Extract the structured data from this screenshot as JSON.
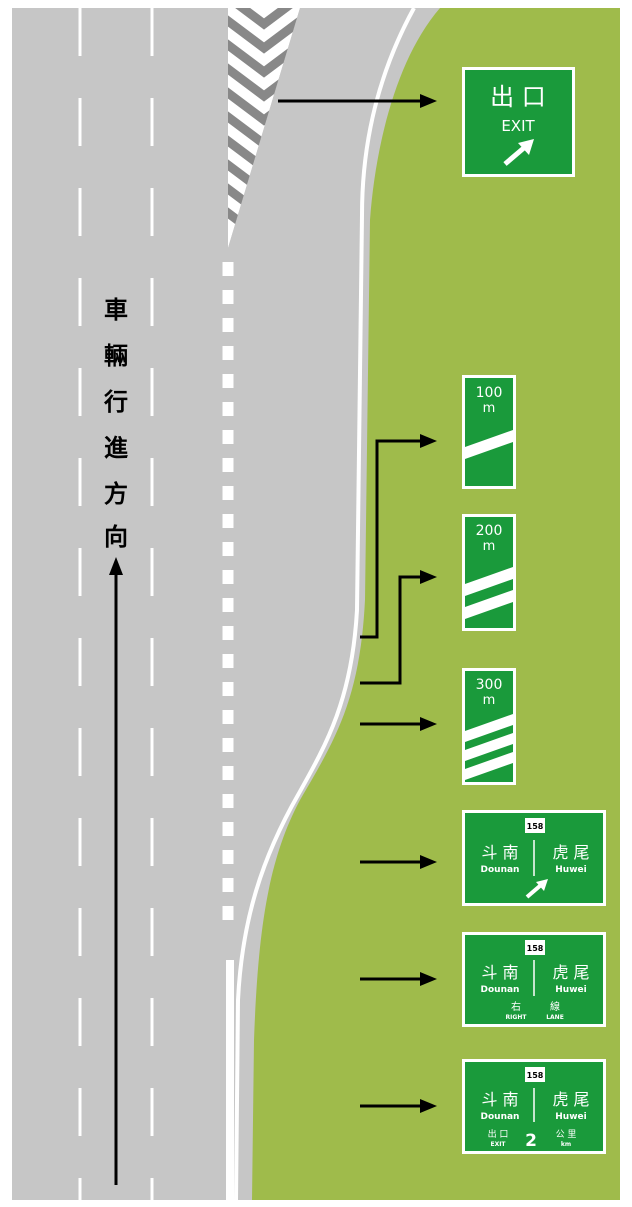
{
  "direction_label": [
    "車",
    "輛",
    "行",
    "進",
    "方",
    "向"
  ],
  "colors": {
    "road": "#c6c6c6",
    "grass": "#9fbb4b",
    "sign_green": "#1a9a3b",
    "marking": "#ffffff",
    "arrow": "#000000"
  },
  "signs": {
    "exit": {
      "title": "出 口",
      "subtitle": "EXIT",
      "icon": "diagonal-up-right-arrow"
    },
    "countdown_100": {
      "value": "100",
      "unit": "m",
      "stripes": 1
    },
    "countdown_200": {
      "value": "200",
      "unit": "m",
      "stripes": 2
    },
    "countdown_300": {
      "value": "300",
      "unit": "m",
      "stripes": 3
    },
    "exit_direction": {
      "route": "158",
      "left_zh": "斗 南",
      "left_en": "Dounan",
      "right_zh": "虎 尾",
      "right_en": "Huwei",
      "icon": "diagonal-up-right-arrow"
    },
    "lane_guide": {
      "route": "158",
      "left_zh": "斗 南",
      "left_en": "Dounan",
      "right_zh": "虎 尾",
      "right_en": "Huwei",
      "left_bottom_zh": "右",
      "left_bottom_en": "RIGHT",
      "right_bottom_zh": "線",
      "right_bottom_en": "LANE"
    },
    "advance_2km": {
      "route": "158",
      "left_zh": "斗 南",
      "left_en": "Dounan",
      "right_zh": "虎 尾",
      "right_en": "Huwei",
      "exit_zh": "出 口",
      "exit_en": "EXIT",
      "distance": "2",
      "unit_zh": "公 里",
      "unit_en": "km"
    }
  }
}
